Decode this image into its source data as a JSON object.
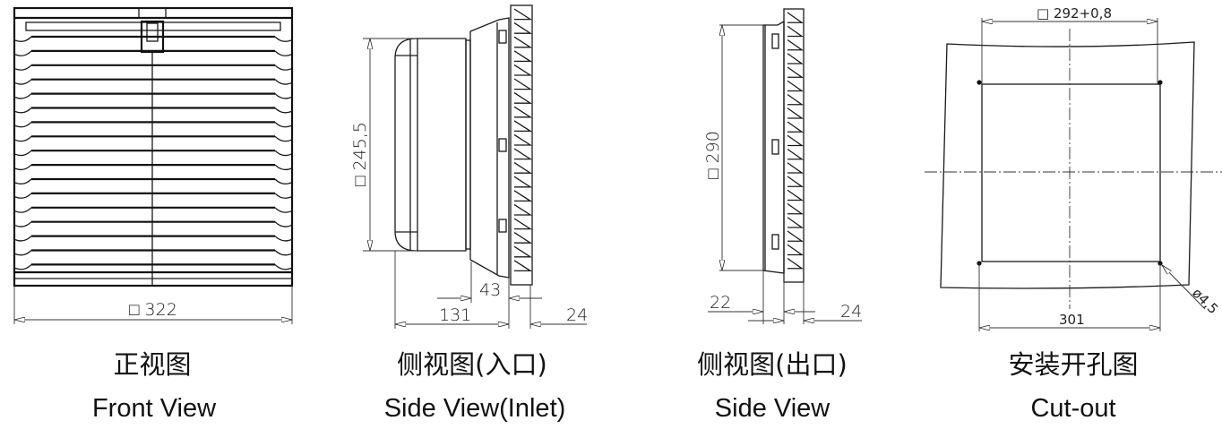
{
  "views": [
    {
      "id": "front",
      "title_cn": "正视图",
      "title_en": "Front View",
      "dims": {
        "width": "□ 322"
      }
    },
    {
      "id": "inlet",
      "title_cn": "侧视图(入口)",
      "title_en": "Side View(Inlet)",
      "dims": {
        "height": "□ 245,5",
        "depth_frame": "43",
        "depth_total": "131",
        "depth_grille": "24"
      }
    },
    {
      "id": "outlet",
      "title_cn": "侧视图(出口)",
      "title_en": "Side View",
      "dims": {
        "height": "□ 290",
        "depth_frame": "22",
        "depth_grille": "24"
      }
    },
    {
      "id": "cutout",
      "title_cn": "安装开孔图",
      "title_en": "Cut-out",
      "dims": {
        "opening": "□ 292+0,8",
        "hole_spacing": "301",
        "hole_diameter": "ø4,5"
      }
    }
  ]
}
